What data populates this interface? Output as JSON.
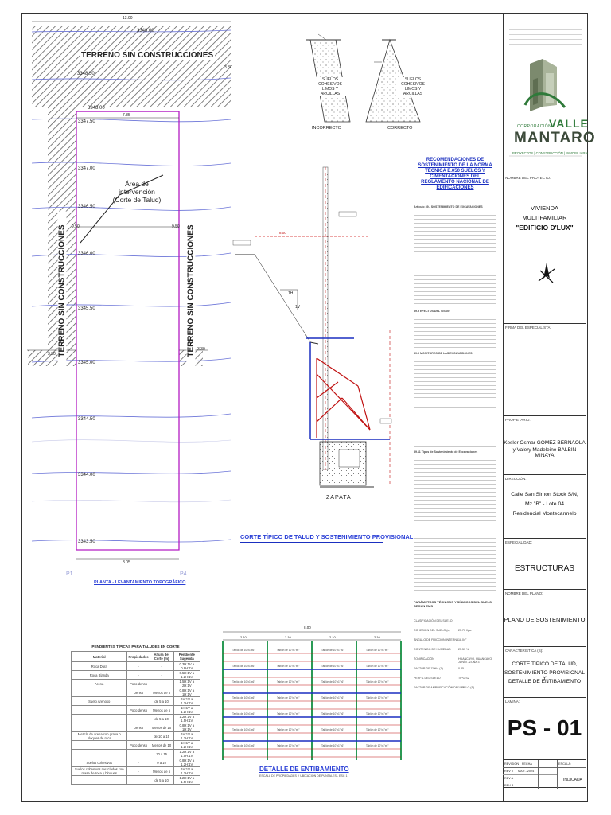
{
  "plan": {
    "label_dims": [
      "13.90",
      "3.30",
      "7.85",
      "9.50",
      "9.50",
      "3.30",
      "3.30",
      "8.05"
    ],
    "terrain_top": "TERRENO SIN CONSTRUCCIONES",
    "terrain_left": "TERRENO SIN CONSTRUCCIONES",
    "terrain_right": "TERRENO SIN CONSTRUCCIONES",
    "contours": [
      "3349.00",
      "3348.50",
      "3348.00",
      "3347.50",
      "3347.00",
      "3346.50",
      "3346.00",
      "3345.50",
      "3345.00",
      "3344.50",
      "3344.00",
      "3343.50"
    ],
    "intervention_label": "Área de intervención (Corte de Talud)",
    "corner_left": "P1",
    "corner_right": "P4",
    "title": "PLANTA - LEVANTAMIENTO TOPOGRÁFICO"
  },
  "sketch": {
    "soil_text": "SUELOS COHESIVOS LIMOS Y ARCILLAS",
    "incorrect": "INCORRECTO",
    "correct": "CORRECTO"
  },
  "section": {
    "title": "CORTE TÍPICO DE TALUD Y SOSTENIMIENTO PROVISIONAL",
    "slope_h": "1H",
    "slope_v": "1V",
    "zapata": "ZAPATA",
    "dim_top": "8.00"
  },
  "recommendations": {
    "title": "RECOMENDACIONES DE SOSTENIMIENTO DE LA NORMA TÉCNICA E.050 SUELOS Y CIMENTACIONES DEL REGLAMENTO NACIONAL DE EDIFICACIONES",
    "headings": [
      "Artículo 39.- SOSTENIMIENTO DE EXCAVACIONES",
      "39.5 EFECTOS DEL SISMO",
      "39.6 MONITOREO DE LAS EXCAVACIONES",
      "39.11 Tipos de Sostenimiento de Excavaciones"
    ],
    "params_title": "PARÁMETROS TÉCNICOS Y SÍSMICOS DEL SUELO SEGÚN EMS",
    "params": [
      {
        "k": "CLASIFICACIÓN DEL SUELO",
        "v": ""
      },
      {
        "k": "COHESIÓN DEL SUELO (c)",
        "v": "25.70 Kpa"
      },
      {
        "k": "ÁNGULO DE FRICCIÓN INTERNA",
        "v": "18.04°"
      },
      {
        "k": "CONTENIDO DE HUMEDAD",
        "v": "25.57 %"
      },
      {
        "k": "ZONIFICACIÓN",
        "v": "HUANCAYO, HUANCAYO, JUNÍN - ZONA 3"
      },
      {
        "k": "FACTOR DE ZONA (Z)",
        "v": "0.35"
      },
      {
        "k": "PERFIL DEL SUELO",
        "v": "TIPO S2"
      },
      {
        "k": "FACTOR DE AMPLIFICACIÓN DEL SUELO (S)",
        "v": "1.15"
      }
    ]
  },
  "table": {
    "title": "PENDIENTES TÍPICAS PARA TALUDES EN CORTE",
    "headers": [
      "Material",
      "Propiedades",
      "Altura del Corte (m)",
      "Pendiente Sugerida"
    ],
    "rows": [
      [
        "Roca Dura",
        "-",
        "-",
        "0.3H:1V a 0.8H:1V"
      ],
      [
        "Roca Blanda",
        "-",
        "-",
        "0.5H:1V a 1.2H:1V"
      ],
      [
        "Arena",
        "Poco denso",
        "-",
        "1.5H:1V a 2H:1V"
      ],
      [
        "",
        "Denso",
        "Menos de 5",
        "0.8H:1V a 1H:1V"
      ],
      [
        "Suelo Arenoso",
        "",
        "de 5 a 10",
        "1H:1V a 1.2H:1V"
      ],
      [
        "",
        "Poco denso",
        "Menos de 5",
        "1H:1V a 1.2H:1V"
      ],
      [
        "",
        "",
        "de 5 a 10",
        "1.2H:1V a 1.5H:1V"
      ],
      [
        "",
        "Denso",
        "Menos de 10",
        "0.8H:1V a 1H:1V"
      ],
      [
        "Mezcla de arena con grava o bloques de roca",
        "",
        "de 10 a 15",
        "1H:1V a 1.2H:1V"
      ],
      [
        "",
        "Poco denso",
        "Menos de 10",
        "1H:1V a 1.2H:1V"
      ],
      [
        "",
        "",
        "10 a 15",
        "1.2H:1V a 1.5H:1V"
      ],
      [
        "Suelos cohesivos",
        "-",
        "0 a 10",
        "0.8H:1V a 1.2H:1V"
      ],
      [
        "Suelos cohesivos mezclados con masa de roca y bloques",
        "-",
        "Menos de 5",
        "1H:1V a 1.2H:1V"
      ],
      [
        "",
        "",
        "de 5 a 10",
        "1.2H:1V a 1.5H:1V"
      ]
    ]
  },
  "shoring": {
    "title": "DETALLE DE ENTIBAMIENTO",
    "subtitle": "ESCALA DE PROPIEDADES Y UBICACIÓN DE PUNTALES - ESC 1",
    "dim_total": "8.00",
    "col_dims": [
      "2.10",
      "2.10",
      "2.10",
      "2.10"
    ],
    "plank_label": "Tablón de 10\"x1\"x6\""
  },
  "titleblock": {
    "brand_top": "CORPORACIÓN",
    "brand_name_a": "VALLE",
    "brand_name_b": "MANTARO",
    "brand_tag": "PROYECTOS | CONSTRUCCIÓN | INMOBILIARIA",
    "project_label": "NOMBRE DEL PROYECTO:",
    "project_lines": [
      "VIVIENDA",
      "MULTIFAMILIAR",
      "\"EDIFICIO D'LUX\""
    ],
    "specialist_label": "FIRMA DEL ESPECIALISTA:",
    "owner_label": "PROPIETARIO:",
    "owner_lines": [
      "Kesler Osmar GOMEZ BERNAOLA",
      "y Valery Madeleine BALBIN MINAYA"
    ],
    "address_label": "DIRECCIÓN:",
    "address_lines": [
      "Calle San Simon Stock S/N,",
      "Mz \"B\" - Lote 04",
      "Residencial Montecarmelo"
    ],
    "specialty_label": "ESPECIALIDAD:",
    "specialty": "ESTRUCTURAS",
    "plan_name_label": "NOMBRE DEL PLANO:",
    "plan_name": "PLANO DE SOSTENIMIENTO",
    "feature_label": "CARACTERÍSTICA (S):",
    "feature_lines": [
      "CORTE TÍPICO DE TALUD,",
      "SOSTENIMIENTO PROVISIONAL Y",
      "DETALLE DE ENTIBAMIENTO"
    ],
    "sheet_label": "LÁMINA:",
    "sheet": "PS - 01",
    "rev_headers": [
      "REVISIÓN",
      "FECHA",
      "ESCALA:"
    ],
    "rev_rows": [
      "REV 0",
      "REV A",
      "REV B"
    ],
    "rev_date": "MAR - 2024",
    "scale": "INDICADA"
  }
}
